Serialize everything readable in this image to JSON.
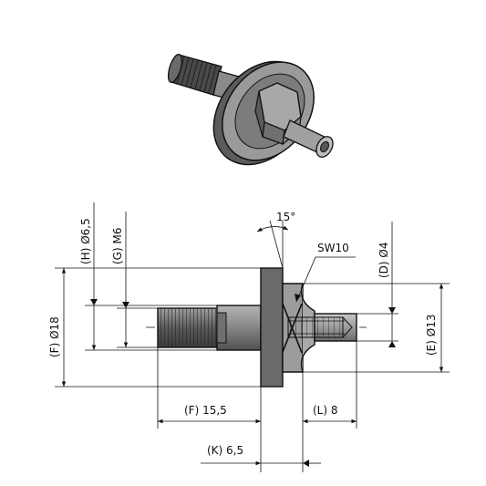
{
  "drawing": {
    "labels": {
      "angle": "15°",
      "wrench": "SW10",
      "diam_H": "(H) Ø6,5",
      "diam_G": "(G) M6",
      "diam_D": "(D) Ø4",
      "diam_F": "(F) Ø18",
      "diam_E": "(E) Ø13",
      "len_F": "(F) 15,5",
      "len_L": "(L) 8",
      "len_K": "(K) 6,5"
    },
    "colors": {
      "part_dark": "#555555",
      "part_mid": "#8a8a8a",
      "part_light": "#b0b0b0",
      "line": "#111111"
    }
  }
}
